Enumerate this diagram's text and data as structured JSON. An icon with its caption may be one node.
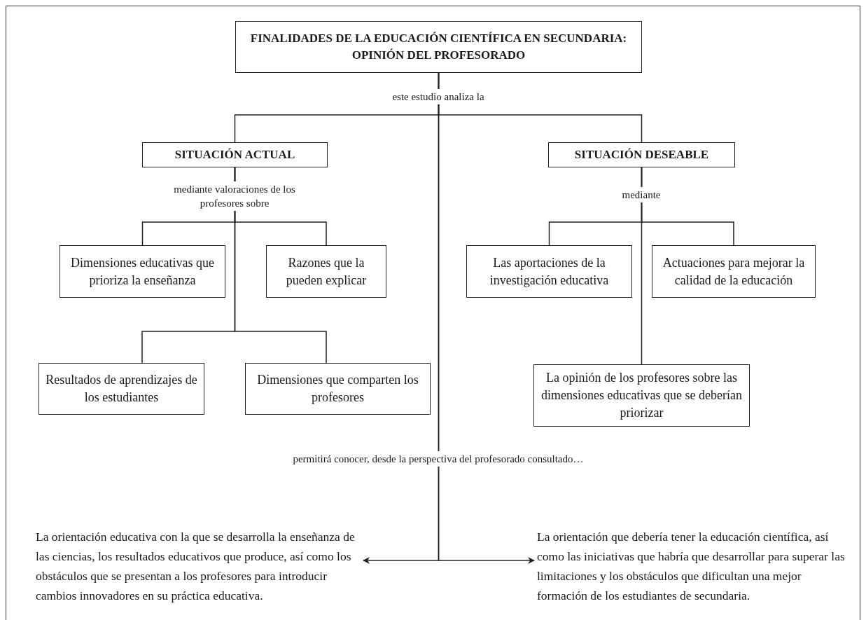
{
  "diagram": {
    "nodes": [
      {
        "text": [
          "FINALIDADES DE LA EDUCACIÓN CIENTÍFICA EN SECUNDARIA: OPINIÓN DEL PROFESORADO"
        ]
      },
      {
        "text": [
          "SITUACIÓN ACTUAL"
        ]
      },
      {
        "text": [
          "SITUACIÓN DESEABLE"
        ]
      },
      {
        "text": [
          "Dimensiones educativas que prioriza la enseñanza"
        ]
      },
      {
        "text": [
          "Razones que la pueden explicar"
        ]
      },
      {
        "text": [
          "Resultados de aprendizajes de los estudiantes"
        ]
      },
      {
        "text": [
          "Dimensiones que comparten los profesores"
        ]
      },
      {
        "text": [
          "Las aportaciones de la investigación educativa"
        ]
      },
      {
        "text": [
          "Actuaciones para mejorar la calidad de la educación"
        ]
      },
      {
        "text": [
          "La opinión de los profesores sobre las dimensiones educativas que se deberían priorizar"
        ]
      },
      {
        "text": [
          "La orientación educativa con la que se desarrolla la enseñanza de las ciencias, los resultados educativos que produce, así como los obstáculos que se presentan a los profesores para introducir cambios innovadores en su práctica educativa."
        ]
      },
      {
        "text": [
          "La orientación que debería tener la educación científica, así como las iniciativas que habría que desarrollar para superar las limitaciones y los obstáculos que dificultan una mejor formación de los estudiantes de secundaria."
        ]
      }
    ],
    "edges": [
      {
        "from": 0,
        "to": 1,
        "arrow": "none",
        "label": "este estudio analiza la"
      },
      {
        "from": 0,
        "to": 2,
        "arrow": "none"
      },
      {
        "from": 1,
        "to": 3,
        "arrow": "none",
        "label": "mediante valoraciones de los profesores sobre"
      },
      {
        "from": 1,
        "to": 4,
        "arrow": "none"
      },
      {
        "from": 1,
        "to": 5,
        "arrow": "none"
      },
      {
        "from": 1,
        "to": 6,
        "arrow": "none"
      },
      {
        "from": 2,
        "to": 7,
        "arrow": "none",
        "label": "mediante"
      },
      {
        "from": 2,
        "to": 8,
        "arrow": "none"
      },
      {
        "from": 2,
        "to": 9,
        "arrow": "none"
      },
      {
        "from": 0,
        "to": 10,
        "arrow": "to",
        "label": "permitirá conocer, desde la perspectiva del profesorado consultado…"
      },
      {
        "from": 0,
        "to": 11,
        "arrow": "to"
      }
    ]
  }
}
